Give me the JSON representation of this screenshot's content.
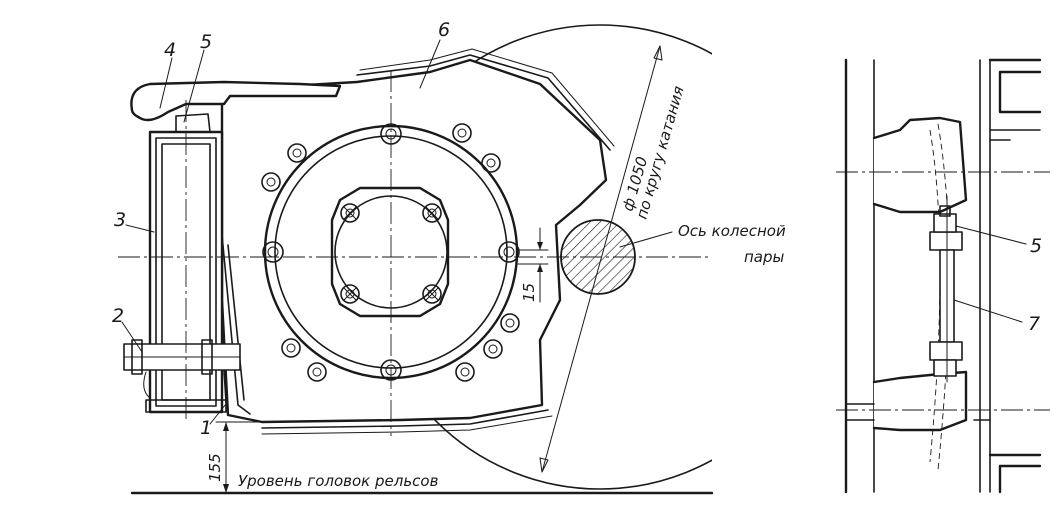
{
  "labels": {
    "callouts_main": [
      "1",
      "2",
      "3",
      "4",
      "5",
      "6"
    ],
    "callouts_side": [
      "5",
      "7"
    ],
    "diameter": "ф 1050",
    "diameter_note": "по кругу катания",
    "axle_line1": "Ось колесной",
    "axle_line2": "пары",
    "gap_dim": "15",
    "height_dim": "155",
    "rail_level": "Уровень головок рельсов"
  },
  "colors": {
    "ink": "#1a1a1a",
    "paper": "#ffffff"
  }
}
